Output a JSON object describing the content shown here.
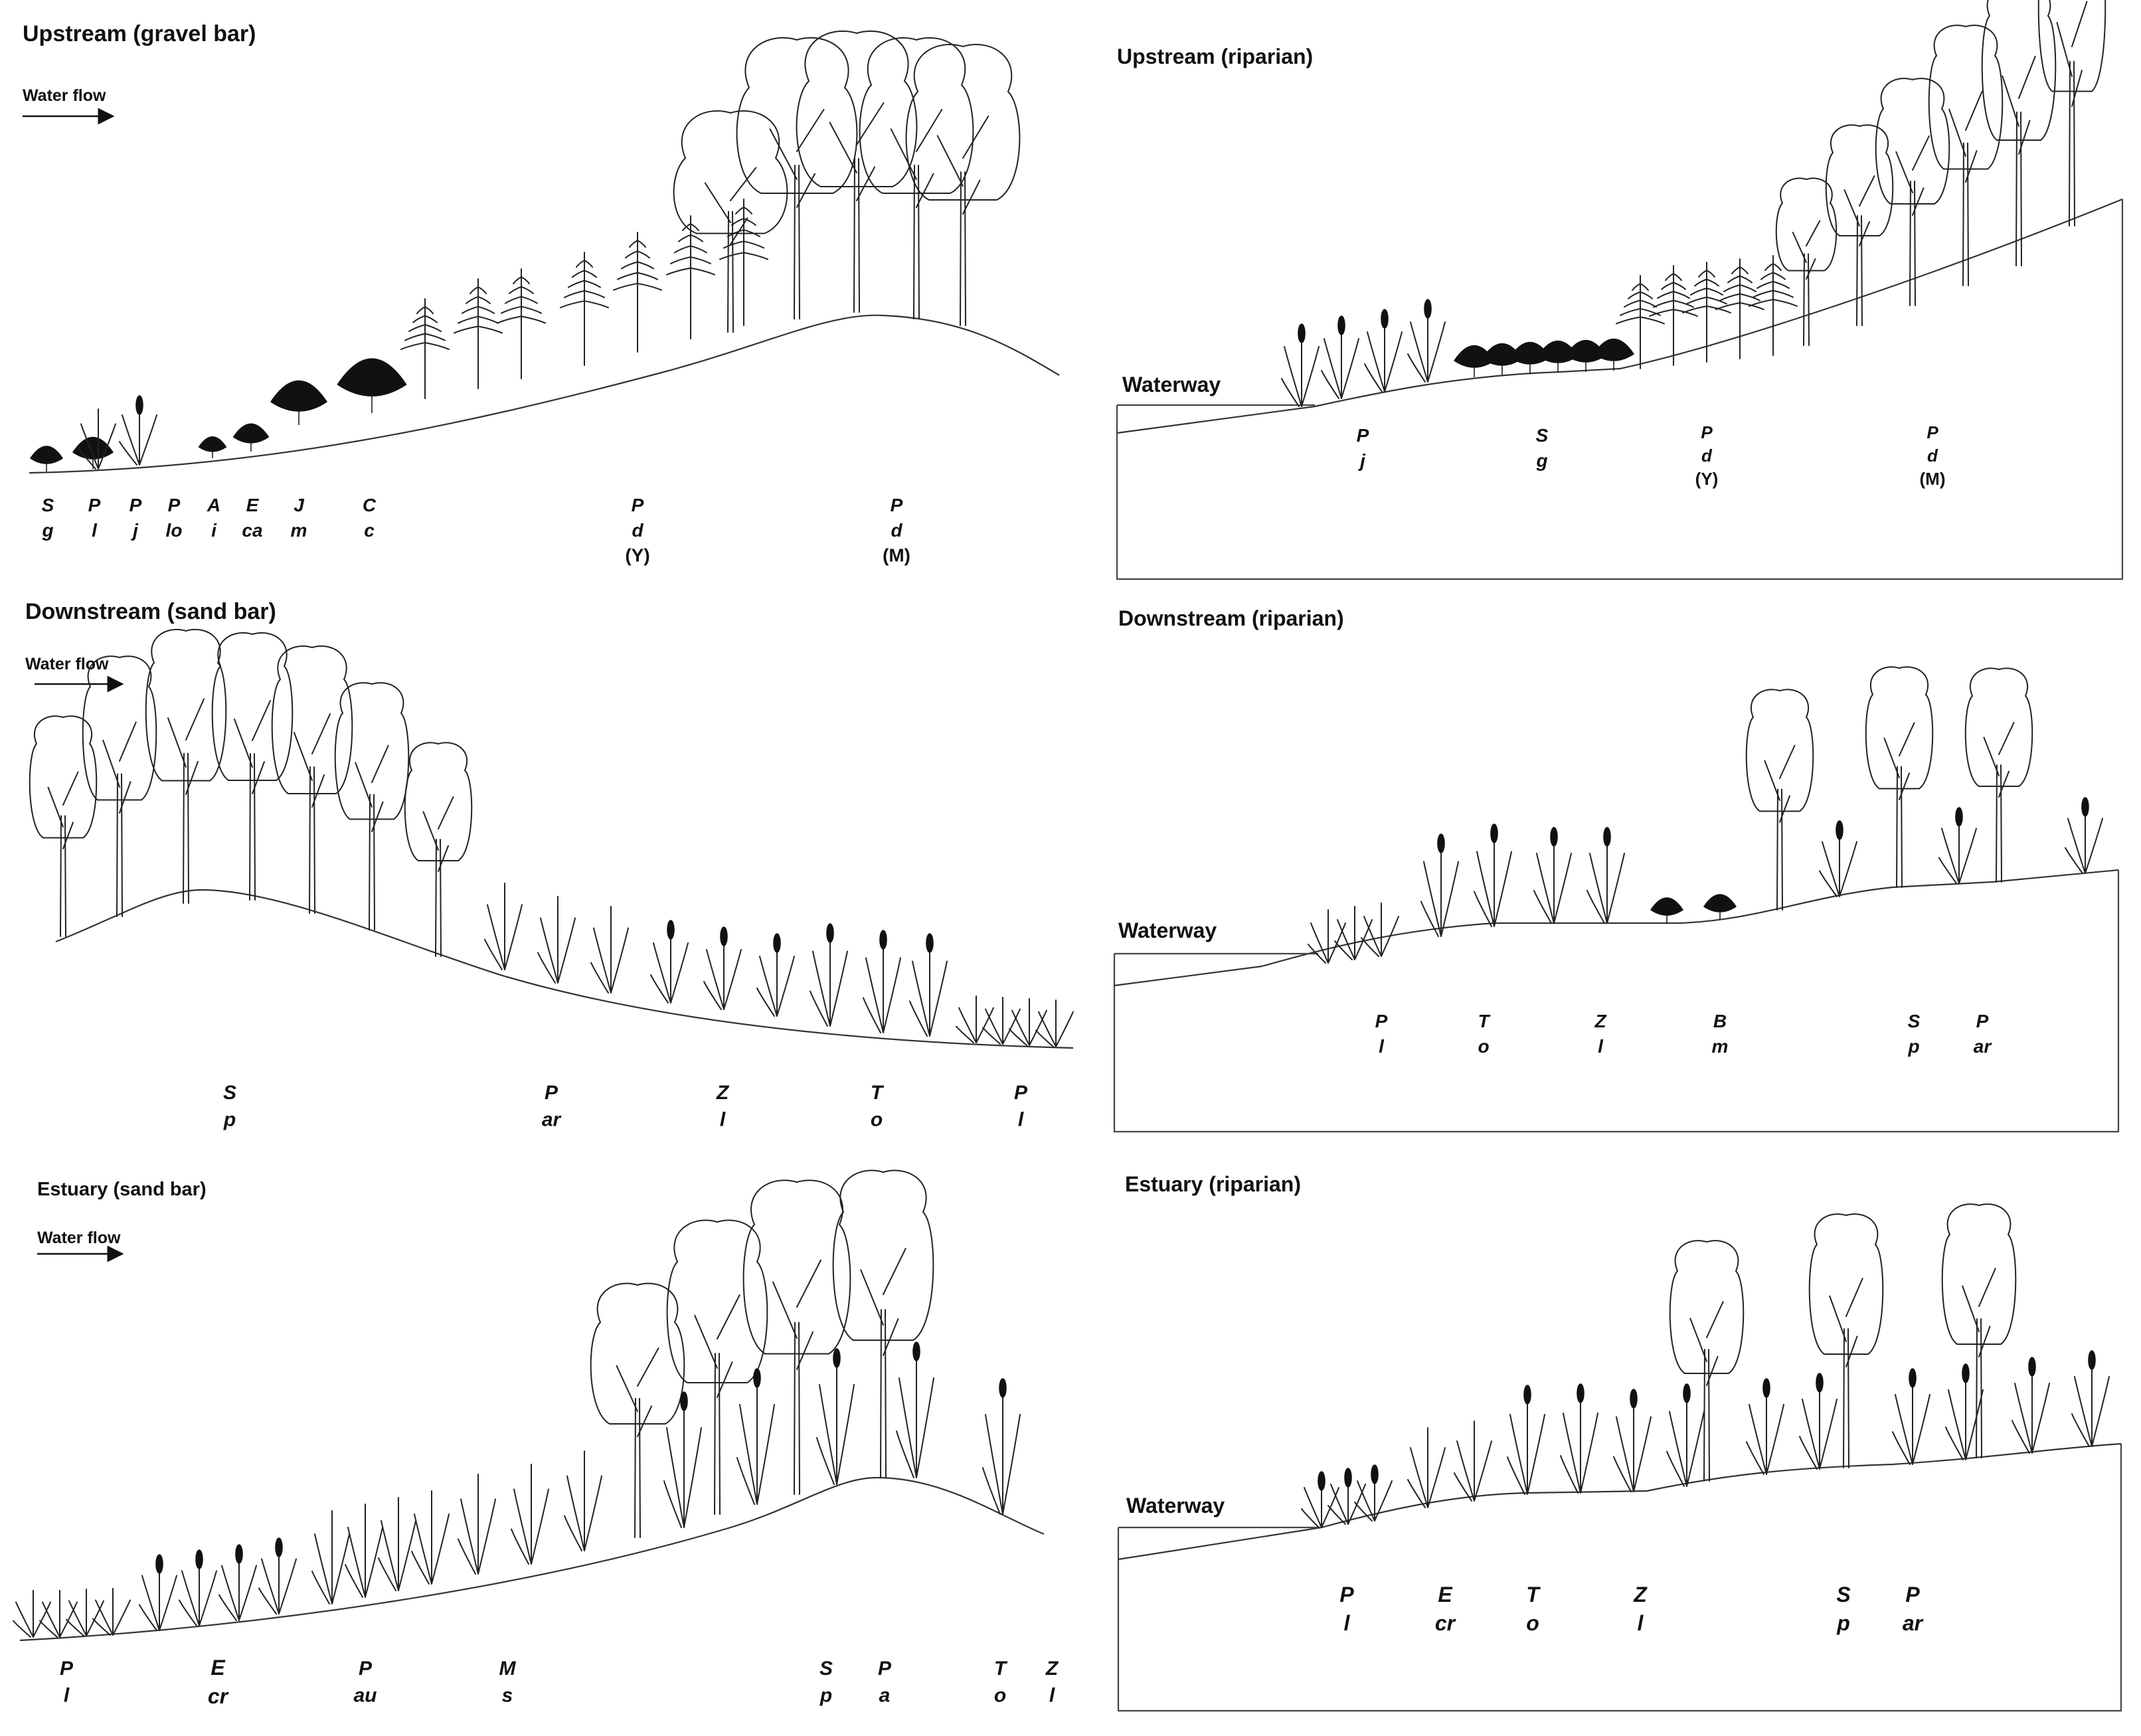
{
  "colors": {
    "ink": "#111111",
    "line": "#333333",
    "background": "#ffffff"
  },
  "panels": [
    {
      "id": "upstream-gravel",
      "title": "Upstream (gravel bar)",
      "flow_label": "Water flow",
      "waterway_label": "",
      "labels": [
        {
          "lines": [
            "S",
            "g"
          ]
        },
        {
          "lines": [
            "P",
            "l"
          ]
        },
        {
          "lines": [
            "P",
            "j"
          ]
        },
        {
          "lines": [
            "P",
            "lo"
          ]
        },
        {
          "lines": [
            "A",
            "i"
          ]
        },
        {
          "lines": [
            "E",
            "ca"
          ]
        },
        {
          "lines": [
            "J",
            "m"
          ]
        },
        {
          "lines": [
            "C",
            "c"
          ]
        },
        {
          "lines": [
            "P",
            "d",
            "(Y)"
          ]
        },
        {
          "lines": [
            "P",
            "d",
            "(M)"
          ]
        }
      ]
    },
    {
      "id": "upstream-riparian",
      "title": "Upstream (riparian)",
      "flow_label": "",
      "waterway_label": "Waterway",
      "labels": [
        {
          "lines": [
            "P",
            "j"
          ]
        },
        {
          "lines": [
            "S",
            "g"
          ]
        },
        {
          "lines": [
            "P",
            "d",
            "(Y)"
          ]
        },
        {
          "lines": [
            "P",
            "d",
            "(M)"
          ]
        }
      ]
    },
    {
      "id": "downstream-sand",
      "title": "Downstream  (sand bar)",
      "flow_label": "Water flow",
      "waterway_label": "",
      "labels": [
        {
          "lines": [
            "S",
            "p"
          ]
        },
        {
          "lines": [
            "P",
            "ar"
          ]
        },
        {
          "lines": [
            "Z",
            "l"
          ]
        },
        {
          "lines": [
            "T",
            "o"
          ]
        },
        {
          "lines": [
            "P",
            "l"
          ]
        }
      ]
    },
    {
      "id": "downstream-riparian",
      "title": "Downstream (riparian)",
      "flow_label": "",
      "waterway_label": "Waterway",
      "labels": [
        {
          "lines": [
            "P",
            "l"
          ]
        },
        {
          "lines": [
            "T",
            "o"
          ]
        },
        {
          "lines": [
            "Z",
            "l"
          ]
        },
        {
          "lines": [
            "B",
            "m"
          ]
        },
        {
          "lines": [
            "S",
            "p"
          ]
        },
        {
          "lines": [
            "P",
            "ar"
          ]
        }
      ]
    },
    {
      "id": "estuary-sand",
      "title": "Estuary  (sand bar)",
      "flow_label": "Water flow",
      "waterway_label": "",
      "labels": [
        {
          "lines": [
            "P",
            "l"
          ]
        },
        {
          "lines": [
            "E",
            "cr"
          ]
        },
        {
          "lines": [
            "P",
            "au"
          ]
        },
        {
          "lines": [
            "M",
            "s"
          ]
        },
        {
          "lines": [
            "S",
            "p"
          ]
        },
        {
          "lines": [
            "P",
            "a"
          ]
        },
        {
          "lines": [
            "T",
            "o"
          ]
        },
        {
          "lines": [
            "Z",
            "l"
          ]
        }
      ]
    },
    {
      "id": "estuary-riparian",
      "title": "Estuary (riparian)",
      "flow_label": "",
      "waterway_label": "Waterway",
      "labels": [
        {
          "lines": [
            "P",
            "l"
          ]
        },
        {
          "lines": [
            "E",
            "cr"
          ]
        },
        {
          "lines": [
            "T",
            "o"
          ]
        },
        {
          "lines": [
            "Z",
            "l"
          ]
        },
        {
          "lines": [
            "S",
            "p"
          ]
        },
        {
          "lines": [
            "P",
            "ar"
          ]
        }
      ]
    }
  ]
}
